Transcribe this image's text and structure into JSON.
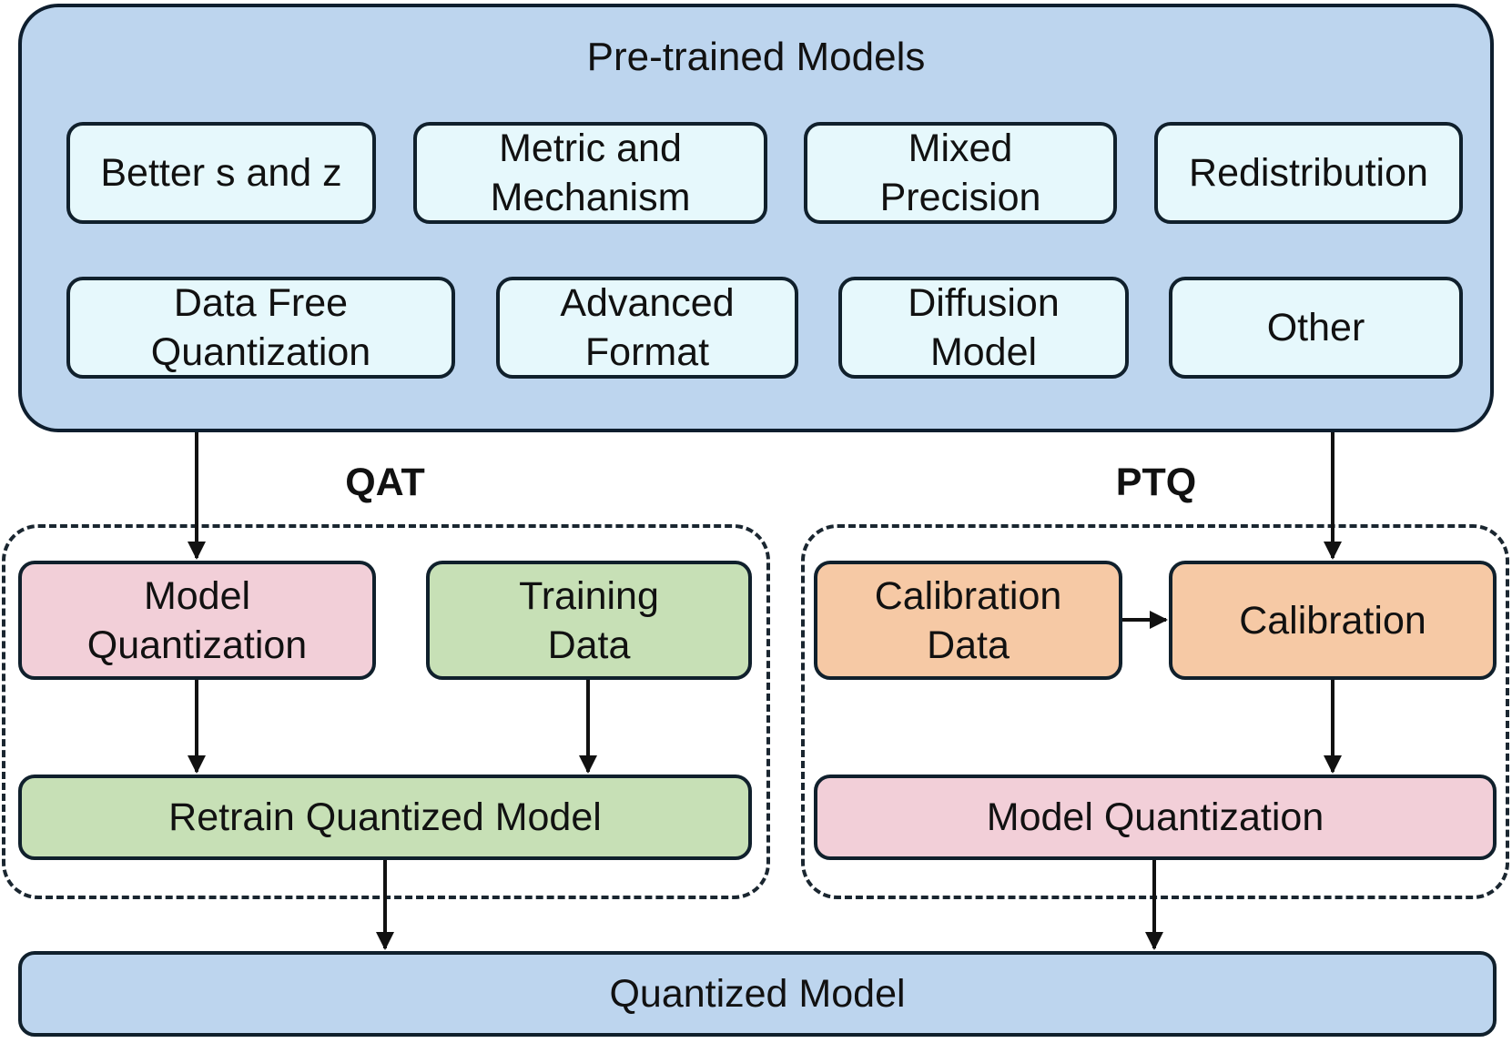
{
  "pretrained": {
    "title": "Pre-trained Models",
    "techniques": [
      "Better s and z",
      "Metric and\nMechanism",
      "Mixed\nPrecision",
      "Redistribution",
      "Data Free\nQuantization",
      "Advanced\nFormat",
      "Diffusion\nModel",
      "Other"
    ]
  },
  "qat": {
    "label": "QAT",
    "model_quantization": "Model\nQuantization",
    "training_data": "Training\nData",
    "retrain": "Retrain Quantized Model"
  },
  "ptq": {
    "label": "PTQ",
    "calibration_data": "Calibration\nData",
    "calibration": "Calibration",
    "model_quantization": "Model Quantization"
  },
  "output": {
    "label": "Quantized Model"
  },
  "colors": {
    "pretrained_bg": "#bdd5ee",
    "technique_bg": "#e6f8fc",
    "quantization_pink": "#f2cfd8",
    "training_green": "#c7e0b6",
    "calibration_orange": "#f6c9a5"
  }
}
